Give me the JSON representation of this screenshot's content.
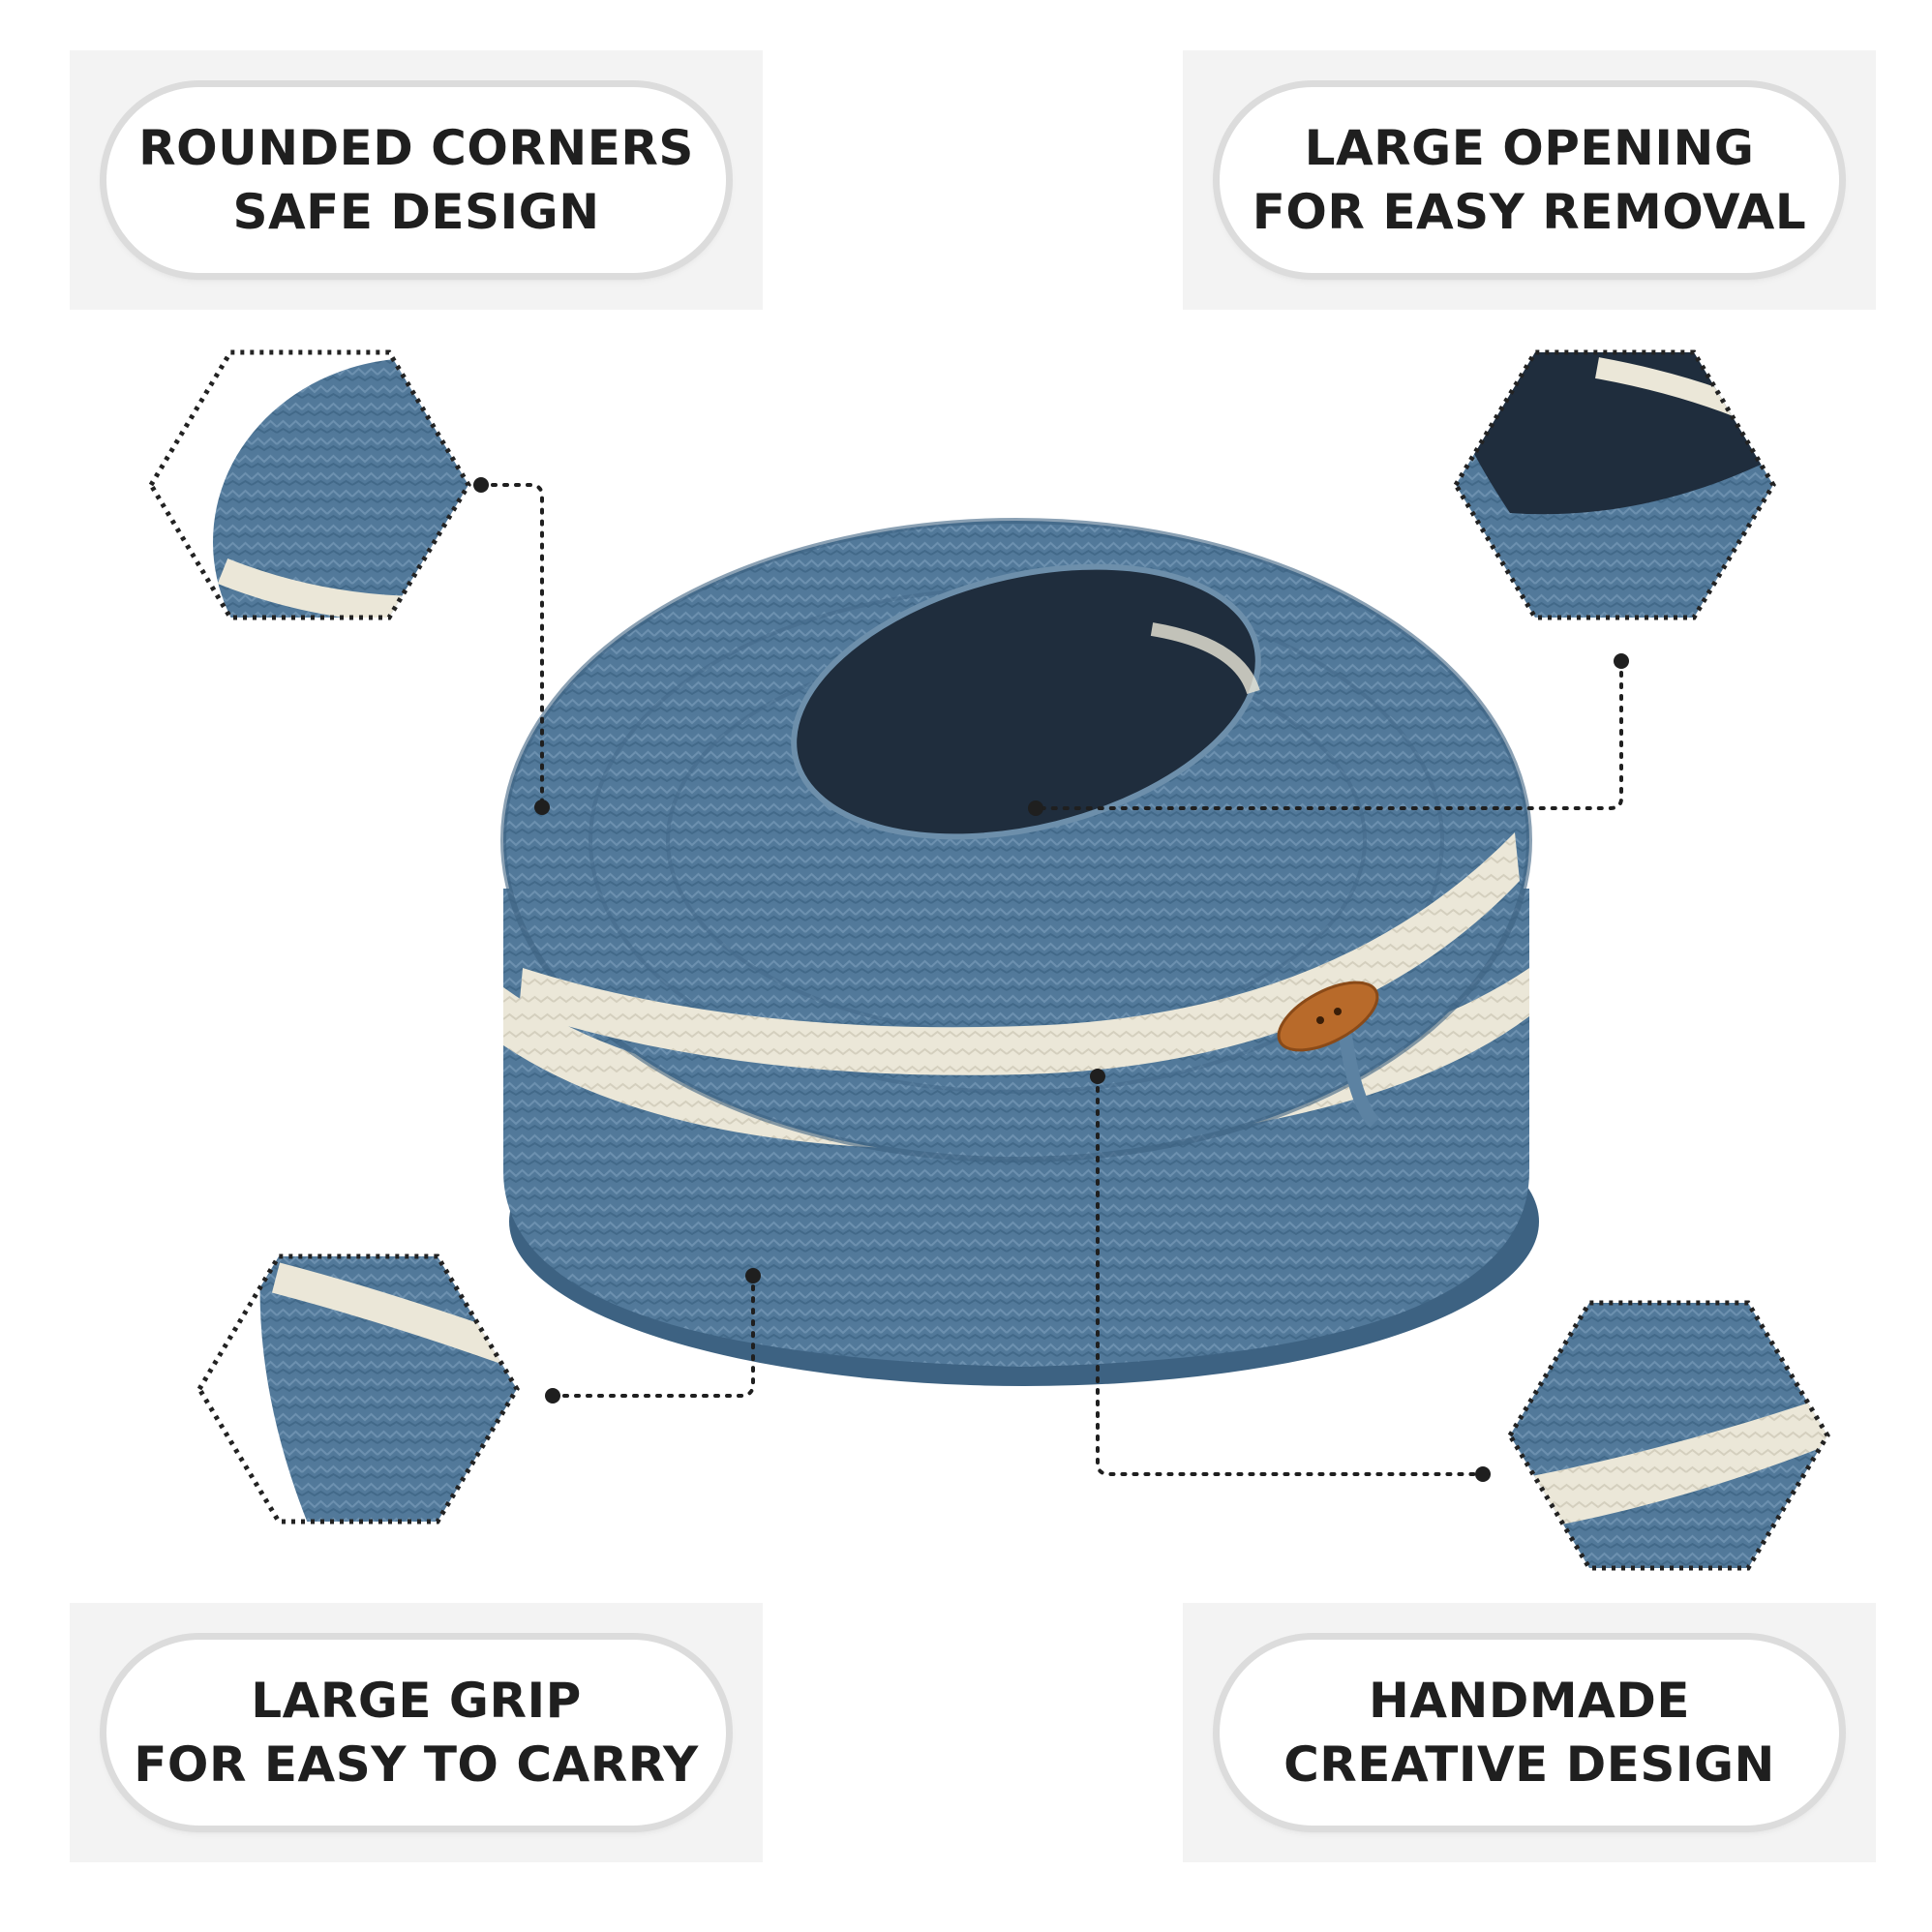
{
  "features": [
    {
      "id": "top-left",
      "line1": "ROUNDED CORNERS",
      "line2": "SAFE DESIGN"
    },
    {
      "id": "top-right",
      "line1": "LARGE OPENING",
      "line2": "FOR EASY REMOVAL"
    },
    {
      "id": "bottom-left",
      "line1": "LARGE GRIP",
      "line2": "FOR EASY TO CARRY"
    },
    {
      "id": "bottom-right",
      "line1": "HANDMADE",
      "line2": "CREATIVE DESIGN"
    }
  ],
  "colors": {
    "rope_blue": "#52799a",
    "rope_blue_dark": "#3d6282",
    "rope_cream": "#ebe7d8",
    "interior": "#1f2d3d",
    "button_wood": "#b86a2a",
    "callout_line": "#1f1f1f",
    "panel_bg": "#f3f3f3"
  }
}
